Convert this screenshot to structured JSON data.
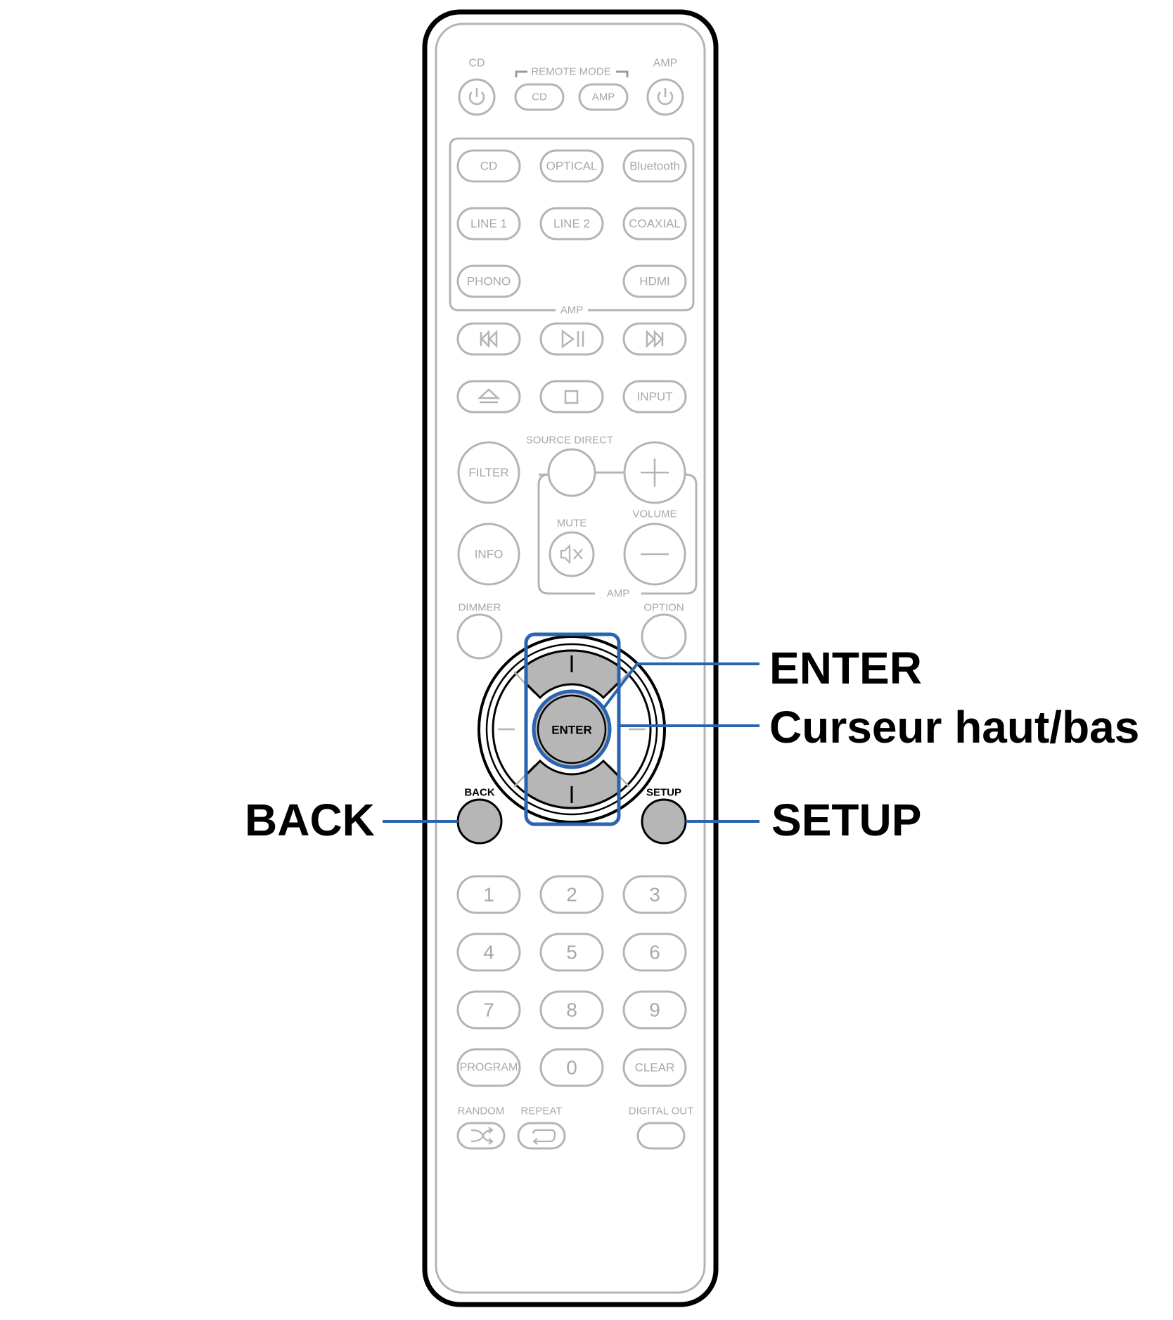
{
  "remote": {
    "cd_power_label": "CD",
    "amp_power_label": "AMP",
    "remote_mode_label": "REMOTE MODE",
    "remote_mode_cd": "CD",
    "remote_mode_amp": "AMP",
    "inputs": {
      "cd": "CD",
      "optical": "OPTICAL",
      "bluetooth": "Bluetooth",
      "line1": "LINE 1",
      "line2": "LINE 2",
      "coaxial": "COAXIAL",
      "phono": "PHONO",
      "hdmi": "HDMI",
      "group_label": "AMP"
    },
    "input_button": "INPUT",
    "source_direct_label": "SOURCE DIRECT",
    "filter_button": "FILTER",
    "info_button": "INFO",
    "mute_label": "MUTE",
    "volume_label": "VOLUME",
    "volume_group_label": "AMP",
    "dimmer_label": "DIMMER",
    "option_label": "OPTION",
    "enter_button": "ENTER",
    "back_label": "BACK",
    "setup_label": "SETUP",
    "numpad": [
      "1",
      "2",
      "3",
      "4",
      "5",
      "6",
      "7",
      "8",
      "9"
    ],
    "program_button": "PROGRAM",
    "zero_button": "0",
    "clear_button": "CLEAR",
    "random_label": "RANDOM",
    "repeat_label": "REPEAT",
    "digital_out_label": "DIGITAL OUT"
  },
  "callouts": {
    "enter": "ENTER",
    "cursor": "Curseur haut/bas",
    "back": "BACK",
    "setup": "SETUP"
  },
  "colors": {
    "highlight": "#2a63b0",
    "pressed_fill": "#b6b6b6",
    "outline": "#000000",
    "faded": "#b4b4b4"
  }
}
